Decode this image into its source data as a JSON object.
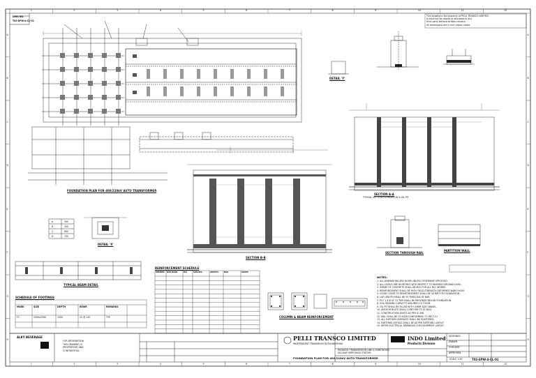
{
  "title_block": {
    "company_name": "PELLI TRANSCO LIMITED",
    "company_sub": "INDEPENDENT TRANSMISSION ENGINEERING",
    "project_line1": "PACKAGE: TRANSMISSION LINE & SUBSTATION",
    "project_line2": "SILCHAR SWITCHING STATION",
    "drawing_title": "FOUNDATION PLAN FOR 400/220kV AUTO TRANSFORMER",
    "contractor": "INDO Limited",
    "division": "Products Division",
    "drawing_no": "T02-EPW-4-CL-01",
    "scale": "SCALE 1:50",
    "approvals": [
      "DESIGNED",
      "DRAWN",
      "CHECKED",
      "APPROVED"
    ],
    "stamp_heading": "ALKY BEVERAGE",
    "stamp_lines": [
      "FOR INFORMATION",
      "THIS DRAWING IS",
      "PROPRIETARY AND",
      "CONFIDENTIAL"
    ]
  },
  "corner_label": "DWG NO.",
  "captions": {
    "foundation_plan": "FOUNDATION PLAN FOR 400/220kV AUTO TRANSFORMER",
    "section_aa": "SECTION A-A",
    "section_aa_sub": "TYPICAL SECTION FOUNDATION & OIL PIT",
    "section_bb": "SECTION B-B",
    "detail_x": "DETAIL 'X'",
    "partition": "PARTITION WALL",
    "detail_y": "DETAIL 'Y'",
    "typical_beam": "TYPICAL BEAM DETAIL",
    "rail_section": "SECTION THROUGH RAIL",
    "column_sections": "COLUMN & BEAM REINFORCEMENT",
    "schedule": "SCHEDULE OF FOOTINGS",
    "bar_schedule": "REINFORCEMENT SCHEDULE"
  },
  "top_note": [
    "This drawing is the property of PELLI TRANSCO LIMITED.",
    "It must not be copied or disclosed to any",
    "third party without written consent.",
    "All dimensions are in mm unless noted."
  ],
  "notes_heading": "NOTES:",
  "notes": [
    "1. ALL DIMENSIONS ARE IN MM UNLESS OTHERWISE SPECIFIED.",
    "2. ALL LEVELS ARE IN METRES WITH RESPECT TO FINISHED GROUND LEVEL.",
    "3. GRADE OF CONCRETE SHALL BE M25 FOR ALL RCC WORKS.",
    "4. REINFORCEMENT SHALL BE HIGH YIELD STRENGTH DEFORMED BARS Fe500.",
    "5. CLEAR COVER TO REINFORCEMENT SHALL BE 50 MM FOR FOUNDATION.",
    "6. LAP LENGTH SHALL BE 50 TIMES DIA OF BAR.",
    "7. PCC 1:4:8 OF 75 THK SHALL BE PROVIDED BELOW FOUNDATION.",
    "8. SOIL BEARING CAPACITY ASSUMED 10 T/SQM.",
    "9. OIL PIT SHALL BE FILLED WITH 40MM SIZE GRAVEL.",
    "10. ANCHOR BOLTS SHALL CONFORM TO IS 5624.",
    "11. CONSTRUCTION JOINTS AS PER IS 456.",
    "12. RAIL SHALL BE 52 KG/M CONFORMING TO IRS T-12.",
    "13. ALL EXPOSED SURFACES SHALL BE PLASTERED.",
    "14. EARTHING DETAILS SHALL BE AS PER EARTHING LAYOUT.",
    "15. REFER ELECTRICAL DRAWINGS FOR EQUIPMENT LAYOUT."
  ],
  "schedule_headers": [
    "MARK",
    "SIZE",
    "DEPTH",
    "REINF.",
    "REMARKS"
  ],
  "schedule_rows": [
    [
      "F1",
      "2500x2500",
      "1500",
      "12 @ 150",
      "TYP."
    ]
  ],
  "bar_schedule_headers": [
    "MEMBER",
    "BAR MARK",
    "DIA",
    "SPACING",
    "LENGTH",
    "NOS",
    "SHAPE"
  ],
  "bar_rows": 13,
  "detail_table": [
    [
      "A",
      "300"
    ],
    [
      "B",
      "450"
    ],
    [
      "C",
      "600"
    ],
    [
      "D",
      "750"
    ]
  ],
  "grid_numbers": [
    "1",
    "2",
    "3",
    "4",
    "5",
    "6",
    "7",
    "8",
    "9",
    "10",
    "11",
    "12"
  ],
  "grid_letters": [
    "A",
    "B",
    "C",
    "D",
    "E",
    "F",
    "G",
    "H"
  ]
}
